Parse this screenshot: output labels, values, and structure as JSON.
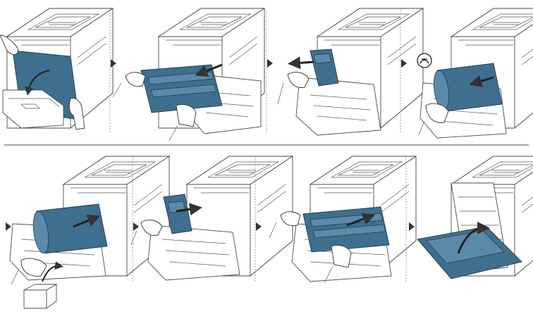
{
  "figure": {
    "steps_row1": [
      "open-front-cover",
      "pull-out-imaging-unit",
      "remove-toner",
      "insert-new-toner-shake"
    ],
    "steps_row2": [
      "insert-toner",
      "push-imaging-unit-in",
      "slide-unit-in",
      "close-front-cover"
    ],
    "colors": {
      "accent_blue": "#3e6f8e",
      "light_blue": "#5b8aa8",
      "line": "#4a4a4a"
    },
    "icons": [
      "shake-badge-icon",
      "arrow-icon",
      "hand-icon",
      "box-icon"
    ]
  }
}
